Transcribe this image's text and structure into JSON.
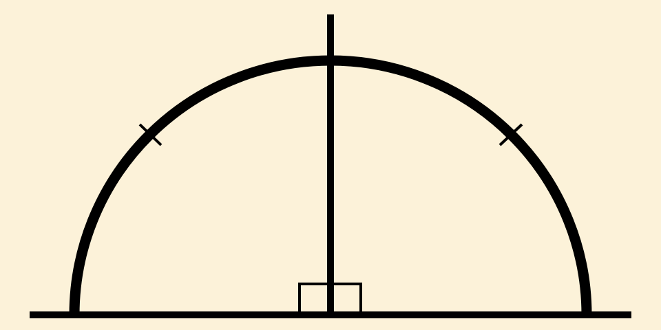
{
  "diagram": {
    "background_color": "#fcf2d9",
    "stroke_color": "#000000",
    "elements": [
      "baseline",
      "semicircular-arc",
      "perpendicular-bisector",
      "right-angle-marker",
      "left-tick-mark",
      "right-tick-mark"
    ]
  }
}
